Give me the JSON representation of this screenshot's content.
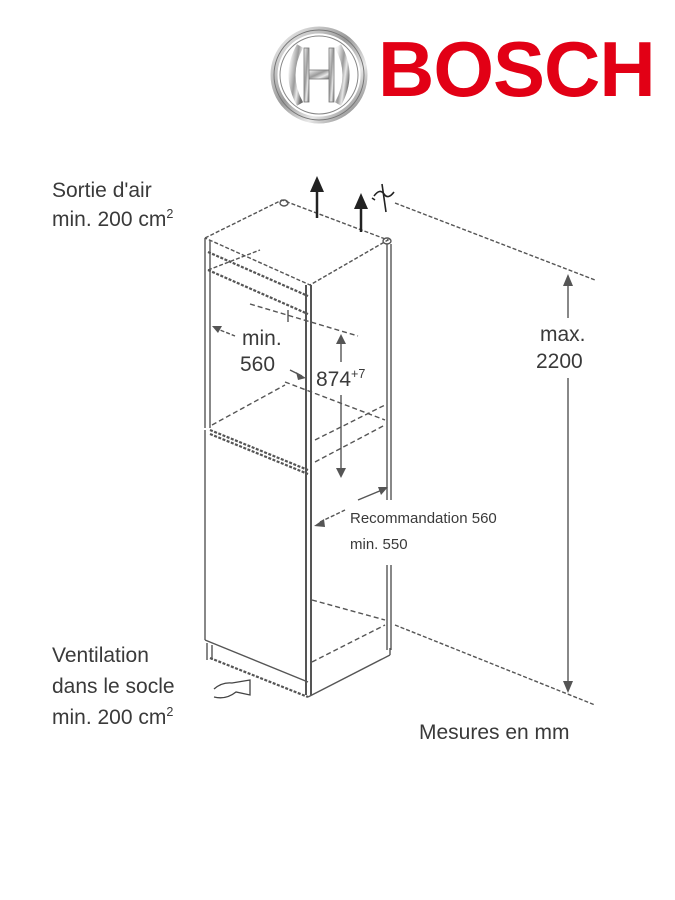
{
  "brand": {
    "name": "BOSCH",
    "color": "#e20015",
    "emblem": "bosch-armature-emblem"
  },
  "diagram": {
    "subject": "Built-in refrigerator niche installation dimensions",
    "labels": {
      "air_outlet_title": "Sortie d'air",
      "air_outlet_value": "min. 200 cm",
      "air_outlet_unit_sup": "2",
      "niche_depth_min_label": "min.",
      "niche_depth_min_value": "560",
      "compartment_height_value": "874",
      "compartment_height_tolerance": "+7",
      "max_height_label": "max.",
      "max_height_value": "2200",
      "niche_width_recommendation": "Recommandation 560",
      "niche_width_min": "min. 550",
      "plinth_ventilation_line1": "Ventilation",
      "plinth_ventilation_line2": "dans le socle",
      "plinth_ventilation_value": "min. 200 cm",
      "plinth_ventilation_unit_sup": "2",
      "units_note": "Mesures en mm"
    },
    "icons": [
      "air-flow-up-arrow",
      "air-flow-up-arrow",
      "airflow-wave-icon",
      "airflow-in-hand-icon"
    ],
    "colors": {
      "line": "#555555",
      "text": "#3a3a3a"
    }
  }
}
